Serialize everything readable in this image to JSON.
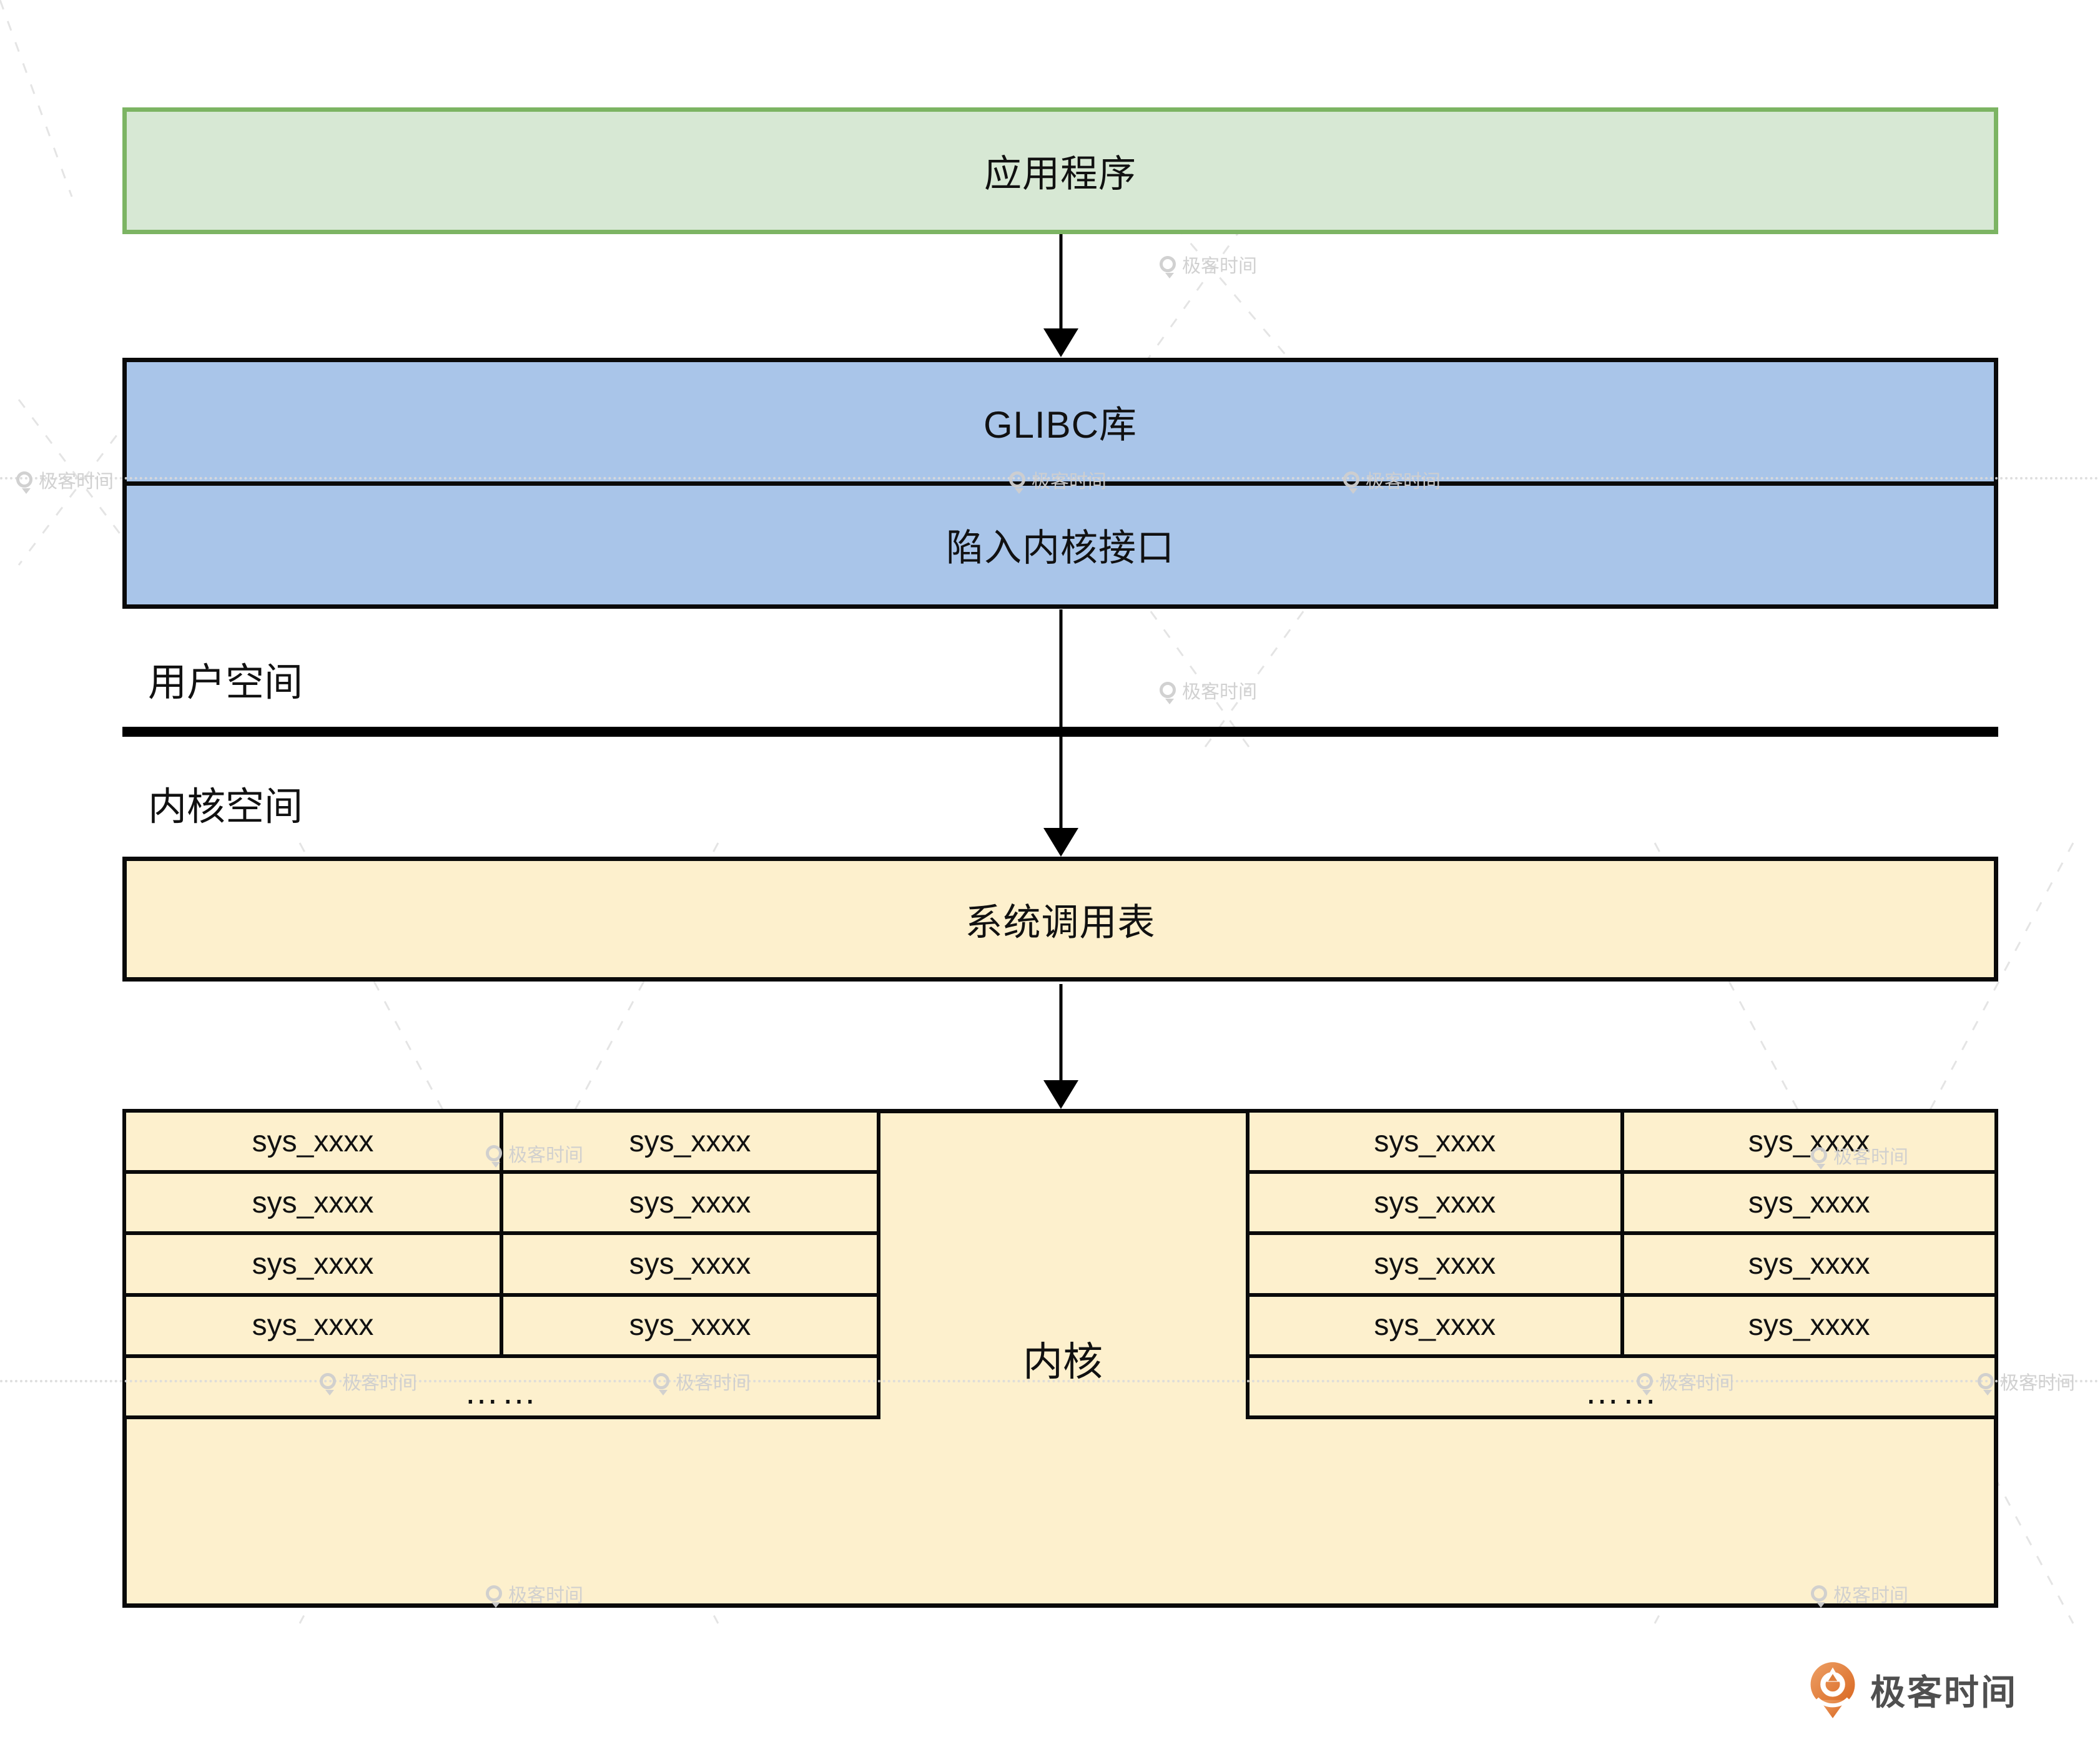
{
  "colors": {
    "green_fill": "#D7E8D4",
    "green_border": "#7CB463",
    "blue_fill": "#A9C5E9",
    "yellow_fill": "#FDF0CD",
    "line_black": "#0A0A0A",
    "watermark_gray": "#CFCFCF",
    "logo_text_gray": "#4F4F4F"
  },
  "boxes": {
    "application": "应用程序",
    "glibc": "GLIBC库",
    "trap_interface": "陷入内核接口",
    "syscall_table": "系统调用表",
    "kernel": "内核"
  },
  "labels": {
    "user_space": "用户空间",
    "kernel_space": "内核空间"
  },
  "syscall_grid": {
    "cell": "sys_xxxx",
    "ellipsis": "……"
  },
  "watermark": {
    "text": "极客时间"
  },
  "brand": {
    "name": "极客时间"
  }
}
